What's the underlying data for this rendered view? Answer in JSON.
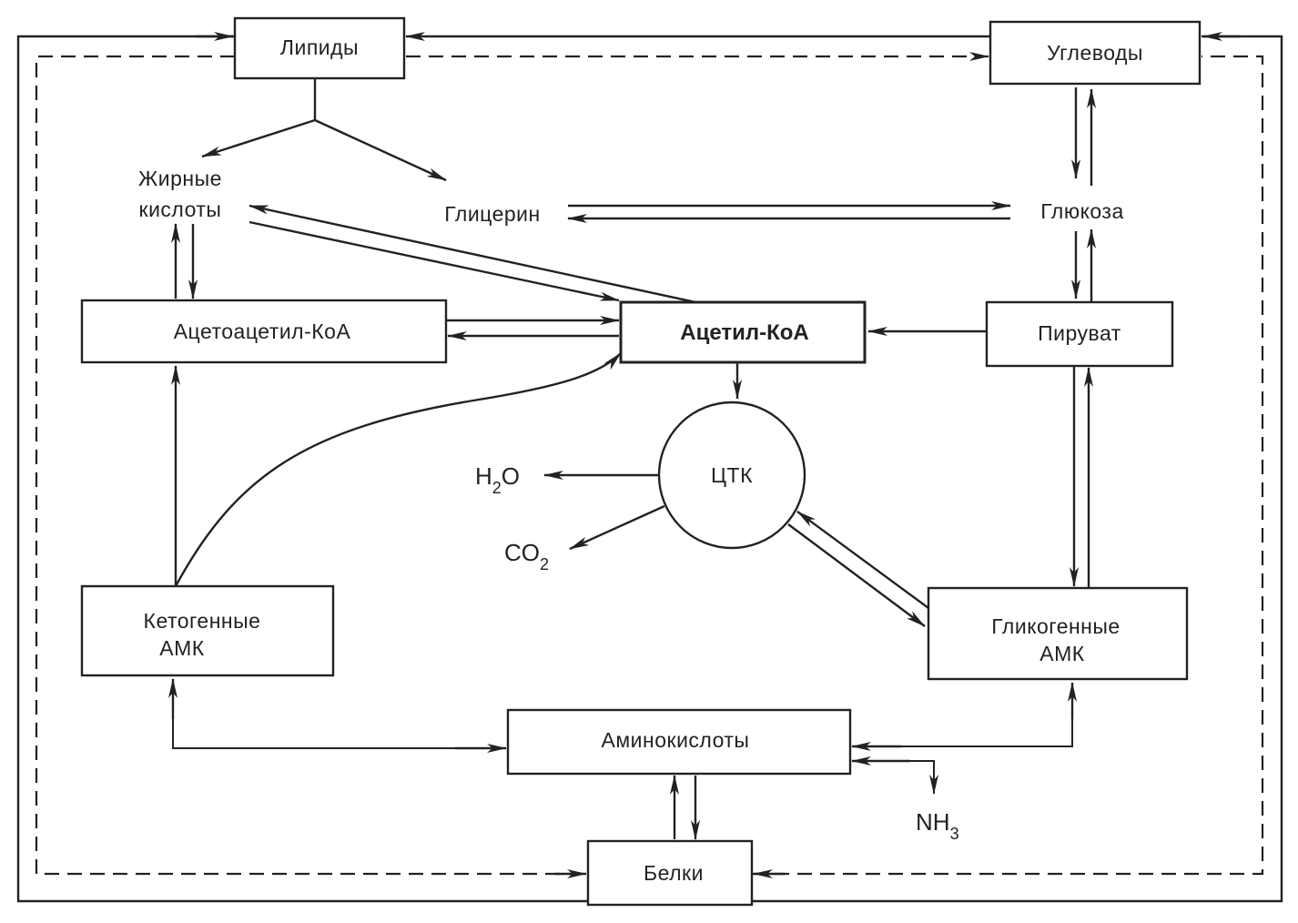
{
  "nodes": {
    "lipids": "Липиды",
    "carbs": "Углеводы",
    "fatty_acids_line1": "Жирные",
    "fatty_acids_line2": "кислоты",
    "glycerol": "Глицерин",
    "glucose": "Глюкоза",
    "acetoacetyl_coa": "Ацетоацетил-КоА",
    "acetyl_coa": "Ацетил-КоА",
    "pyruvate": "Пируват",
    "tca": "ЦТК",
    "ketogenic_line1": "Кетогенные",
    "ketogenic_line2": "АМК",
    "glucogenic_line1": "Гликогенные",
    "glucogenic_line2": "АМК",
    "amino_acids": "Аминокислоты",
    "proteins": "Белки"
  },
  "products": {
    "water_main": "H",
    "water_sub": "2",
    "water_tail": "O",
    "co2_main": "CO",
    "co2_sub": "2",
    "nh3_main": "NH",
    "nh3_sub": "3"
  }
}
